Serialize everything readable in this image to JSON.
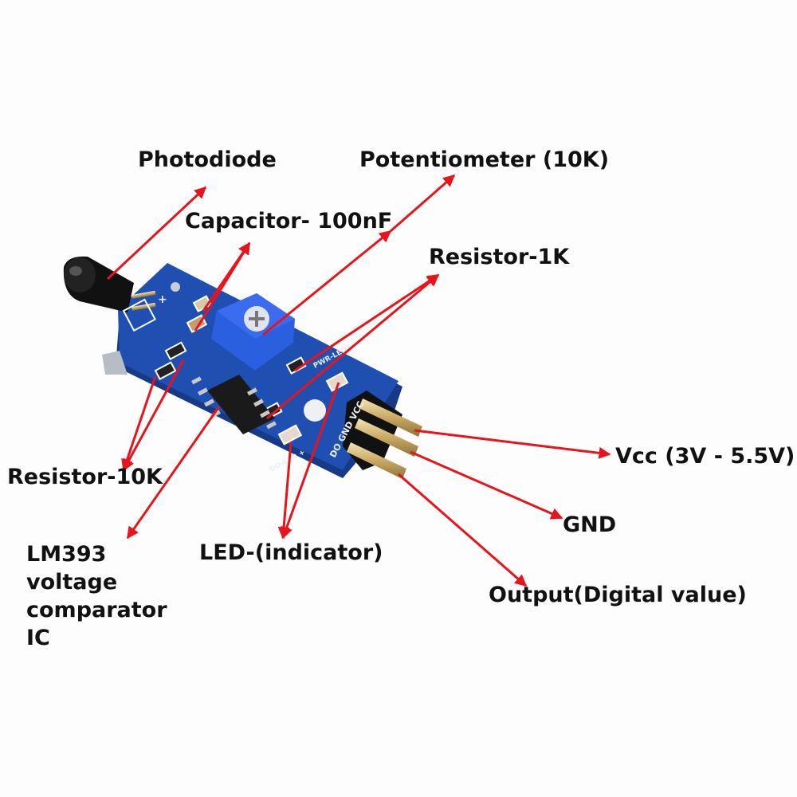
{
  "diagram": {
    "title": "IR Flame Sensor Module Components",
    "colors": {
      "arrow": "#e8141c",
      "pcb": "#1f4fb0",
      "pcb_dark": "#163a85",
      "potentiometer": "#2a5fe0",
      "label_text": "#111111"
    },
    "labels": [
      {
        "id": "photodiode",
        "text": "Photodiode"
      },
      {
        "id": "potentiometer",
        "text": "Potentiometer (10K)"
      },
      {
        "id": "capacitor",
        "text": "Capacitor- 100nF"
      },
      {
        "id": "resistor-1k",
        "text": "Resistor-1K"
      },
      {
        "id": "resistor-10k",
        "text": "Resistor-10K"
      },
      {
        "id": "lm393",
        "text": "LM393 voltage comparator IC"
      },
      {
        "id": "led",
        "text": "LED-(indicator)"
      },
      {
        "id": "vcc",
        "text": "Vcc (3V - 5.5V)"
      },
      {
        "id": "gnd",
        "text": "GND"
      },
      {
        "id": "output",
        "text": "Output(Digital value)"
      }
    ],
    "silkscreen": {
      "pins": "DO GND VCC",
      "pwr_led": "PWR-LED+",
      "do_led": "DO-LED +",
      "plus": "+"
    }
  }
}
